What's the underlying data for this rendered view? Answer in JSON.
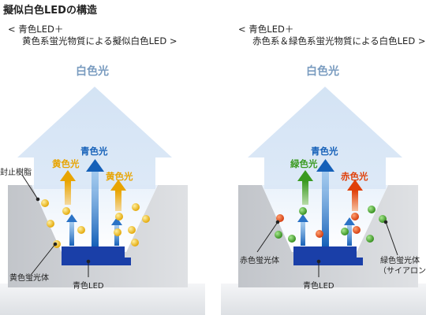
{
  "title": "擬似白色LEDの構造",
  "left": {
    "heading_line1": "< 青色LED＋",
    "heading_line2": "黄色系蛍光物質による擬似白色LED >",
    "white_light": "白色光",
    "blue_light": "青色光",
    "yellow_light_left": "黄色光",
    "yellow_light_right": "黄色光",
    "encapsulant": "封止樹脂",
    "yellow_phosphor": "黄色蛍光体",
    "blue_led": "青色LED"
  },
  "right": {
    "heading_line1": "< 青色LED＋",
    "heading_line2": "赤色系＆緑色系蛍光物質による白色LED >",
    "white_light": "白色光",
    "blue_light": "青色光",
    "green_light": "緑色光",
    "red_light": "赤色光",
    "red_phosphor": "赤色蛍光体",
    "green_phosphor": "緑色蛍光体",
    "sialon": "（サイアロン）",
    "blue_led": "青色LED"
  },
  "colors": {
    "blue": "#1560b8",
    "yellow": "#e8a400",
    "green": "#3a9a20",
    "red": "#e0400a",
    "white_light_text": "#7a9cc0"
  }
}
